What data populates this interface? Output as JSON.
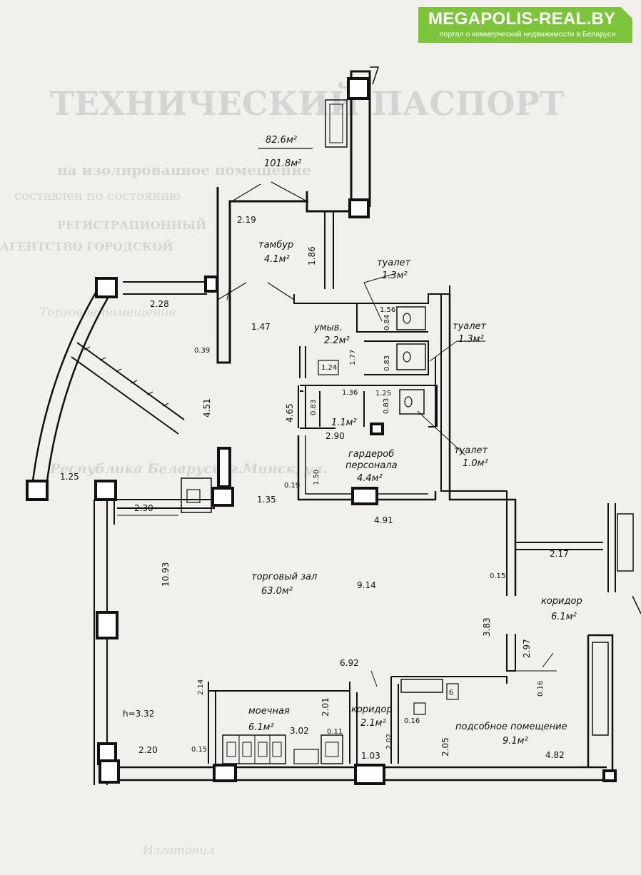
{
  "banner": {
    "brand": "MEGAPOLIS-REAL.BY",
    "tagline": "портал о коммерческой недвижимости в Беларуси",
    "background_color": "#7cc43a"
  },
  "background_text": {
    "title": "ТЕХНИЧЕСКИЙ ПАСПОРТ",
    "line1": "на изолированное помещение",
    "line2": "составлен по состоянию",
    "line3": "РЕГИСТРАЦИОННЫЙ",
    "line4": "АГЕНТСТВО ГОРОДСКОЙ",
    "line5": "Торговое помещение",
    "line6": "Республика Беларусь, г.Минск, ул.",
    "line7": "Изготовил"
  },
  "plan": {
    "areas": {
      "total": "82.6м²",
      "gross": "101.8м²"
    },
    "height": "h=3.32",
    "rooms": [
      {
        "name": "тамбур",
        "area": "4.1м²"
      },
      {
        "name": "туалет",
        "area": "1.3м²"
      },
      {
        "name": "умыв.",
        "area": "2.2м²"
      },
      {
        "name": "туалет",
        "area": "1.3м²"
      },
      {
        "name": "туалет",
        "area": "1.0м²"
      },
      {
        "name": "",
        "area": "1.1м²"
      },
      {
        "name": "гардероб персонала",
        "area": "4.4м²"
      },
      {
        "name": "торговый зал",
        "area": "63.0м²"
      },
      {
        "name": "коридор",
        "area": "6.1м²"
      },
      {
        "name": "мoечная",
        "area": "6.1м²"
      },
      {
        "name": "коридор",
        "area": "2.1м²"
      },
      {
        "name": "подсобное помещение",
        "area": "9.1м²"
      }
    ],
    "dimensions": [
      "2.19",
      "1.86",
      "2.28",
      "1.47",
      "0.39",
      "4.51",
      "1.56",
      "0.84",
      "1.77",
      "0.83",
      "1.24",
      "0.83",
      "1.36",
      "1.25",
      "0.83",
      "4.65",
      "2.90",
      "1.25",
      "0.19",
      "1.50",
      "1.35",
      "2.30",
      "4.91",
      "10.93",
      "2.17",
      "0.15",
      "9.14",
      "3.83",
      "2.97",
      "6.92",
      "2.14",
      "2.01",
      "0.16",
      "0.16",
      "2.20",
      "0.15",
      "3.02",
      "0.11",
      "2.02",
      "2.05",
      "1.03",
      "4.82",
      "б"
    ]
  }
}
